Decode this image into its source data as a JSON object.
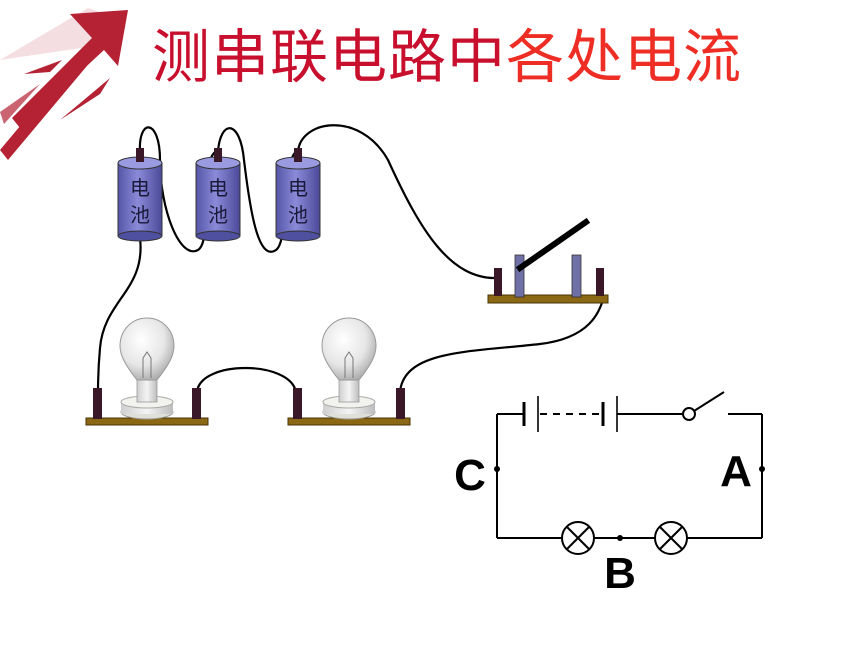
{
  "slide": {
    "title_main": "测串联电路中",
    "title_accent": "各处电流",
    "colors": {
      "title_main": "#c8102e",
      "title_accent": "#ee2e24",
      "arrow_logo": "#b52234",
      "battery_fill": "#6f6fc0",
      "base_wood": "#8b6914",
      "post_dark": "#3a1828"
    }
  },
  "batteries": [
    {
      "label_top": "电",
      "label_bottom": "池"
    },
    {
      "label_top": "电",
      "label_bottom": "池"
    },
    {
      "label_top": "电",
      "label_bottom": "池"
    }
  ],
  "schematic": {
    "point_c": "C",
    "point_a": "A",
    "point_b": "B"
  },
  "icons": [
    "arrow-logo-icon",
    "battery-icon",
    "switch-icon",
    "light-bulb-icon"
  ]
}
